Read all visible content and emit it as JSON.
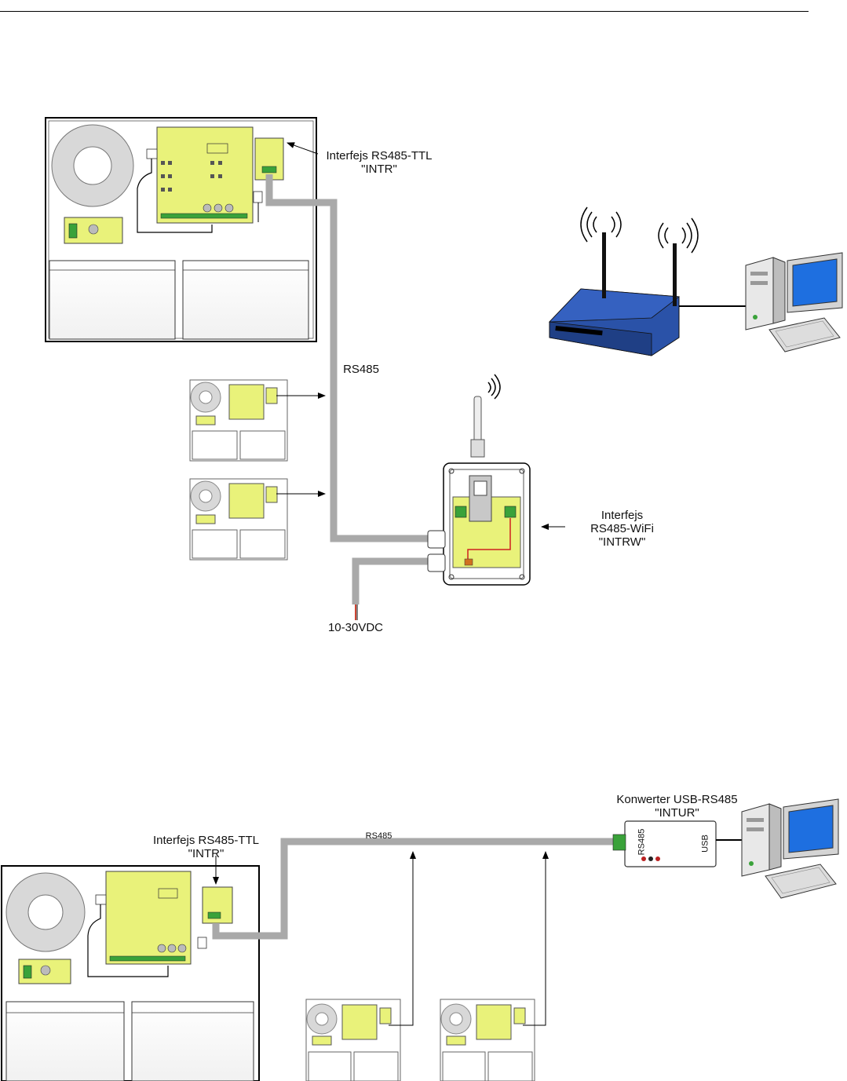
{
  "diagram1": {
    "intr_label_line1": "Interfejs RS485-TTL",
    "intr_label_line2": "\"INTR\"",
    "rs485_label": "RS485",
    "intrw_label_line1": "Interfejs",
    "intrw_label_line2": "RS485-WiFi",
    "intrw_label_line3": "\"INTRW\"",
    "power_label": "10-30VDC"
  },
  "diagram2": {
    "intr_label_line1": "Interfejs RS485-TTL",
    "intr_label_line2": "\"INTR\"",
    "rs485_label": "RS485",
    "intur_label_line1": "Konwerter USB-RS485",
    "intur_label_line2": "\"INTUR\"",
    "converter_rs485_text": "RS485",
    "converter_usb_text": "USB"
  },
  "colors": {
    "pcb": "#e9f27a",
    "cable": "#a9a9a9",
    "router_blue": "#2a52a8",
    "terminal_green": "#3aa23a",
    "screen_blue": "#1e6fe0"
  }
}
